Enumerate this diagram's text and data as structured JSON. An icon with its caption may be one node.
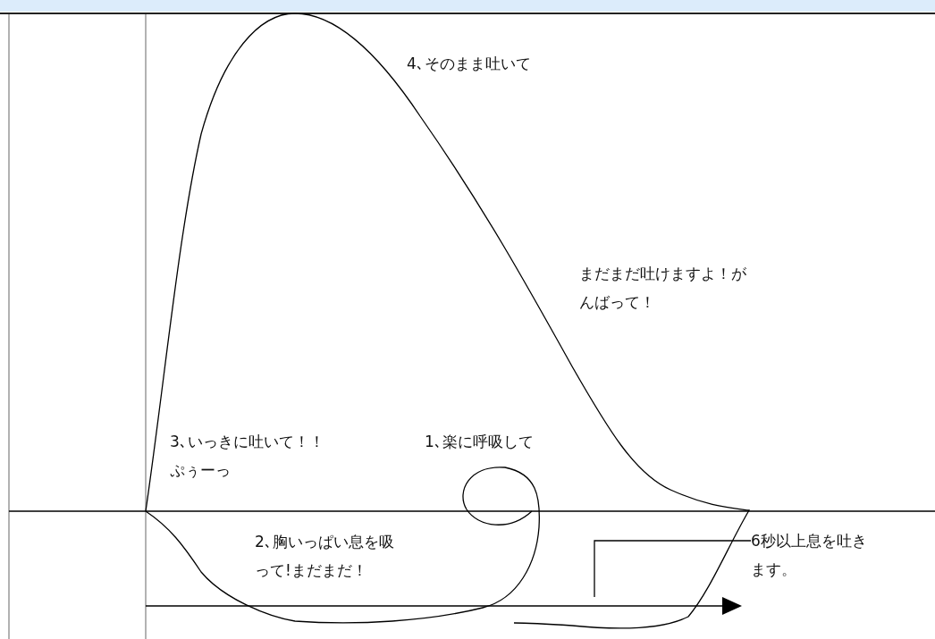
{
  "diagram": {
    "nodes": [
      {
        "text": [
          "6秒以上息を吐きます。"
        ]
      },
      {
        "text": [],
        "shape": "arrow"
      }
    ],
    "edges": [
      {
        "from": 0,
        "to": 1,
        "arrow": "none"
      }
    ],
    "labels": [
      "4､そのまま吐いて",
      "まだまだ吐けますよ！がんばって！",
      "3､いっきに吐いて！！ぷぅーっ",
      "1､楽に呼吸して",
      "2､胸いっぱい息を吸って!まだまだ！"
    ]
  }
}
